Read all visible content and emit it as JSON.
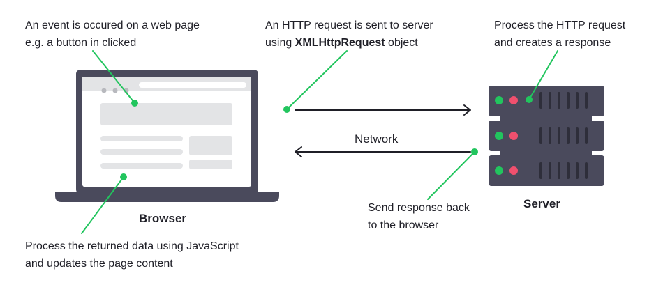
{
  "annotations": {
    "event_line1": "An event is occured on a web page",
    "event_line2": "e.g. a button in clicked",
    "request_line1": "An HTTP request is sent to server",
    "request_line2_prefix": "using ",
    "request_line2_bold": "XMLHttpRequest",
    "request_line2_suffix": " object",
    "process_line1": "Process the HTTP request",
    "process_line2": "and creates a response",
    "response_line1": "Send response back",
    "response_line2": "to the browser",
    "update_line1": "Process the returned data using JavaScript",
    "update_line2": "and updates the page content"
  },
  "labels": {
    "browser": "Browser",
    "server": "Server",
    "network": "Network"
  },
  "colors": {
    "accent_green": "#22c55e",
    "dark": "#4a4a5c",
    "screen_gray": "#e3e4e6",
    "led_red": "#f0506e",
    "text": "#1f1f27"
  }
}
